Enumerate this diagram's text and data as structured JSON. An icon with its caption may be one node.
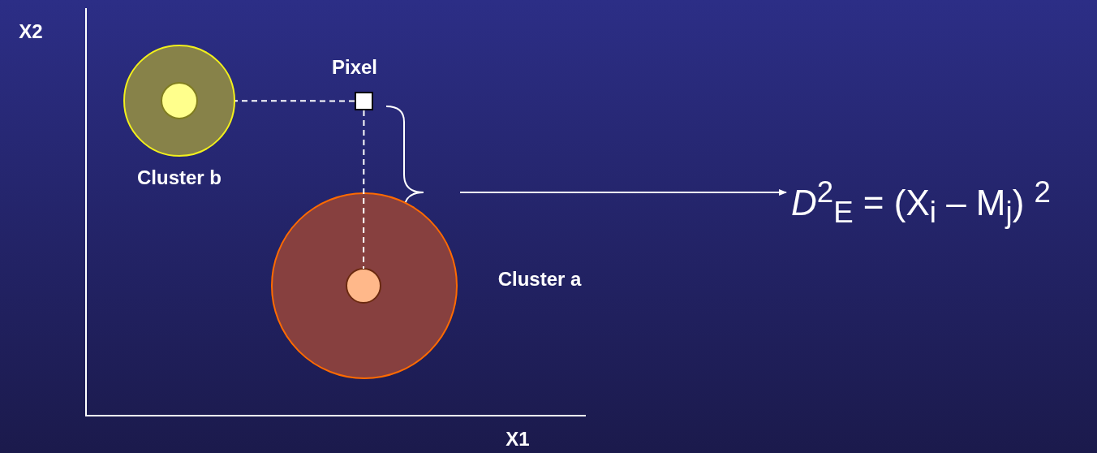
{
  "diagram": {
    "nodes": [
      {
        "text": [
          "Pixel"
        ]
      },
      {
        "text": [
          "Cluster b"
        ]
      },
      {
        "text": [],
        "shape": "circle",
        "in": 1
      },
      {
        "text": [
          "Cluster a"
        ]
      },
      {
        "text": [],
        "shape": "circle",
        "in": 3
      },
      {
        "text": [
          "*D*$^{2}$$_{E}$ = (X$_{i}$ – M$_{j}$) $^{2}$"
        ]
      }
    ],
    "edges": [
      {
        "from": 0,
        "to": 2,
        "arrow": "none",
        "style": "dashed"
      },
      {
        "from": 0,
        "to": 4,
        "arrow": "none",
        "style": "dashed"
      },
      {
        "from": null,
        "to": 5,
        "arrow": "to"
      }
    ],
    "labels": [
      "X2",
      "X1"
    ]
  }
}
